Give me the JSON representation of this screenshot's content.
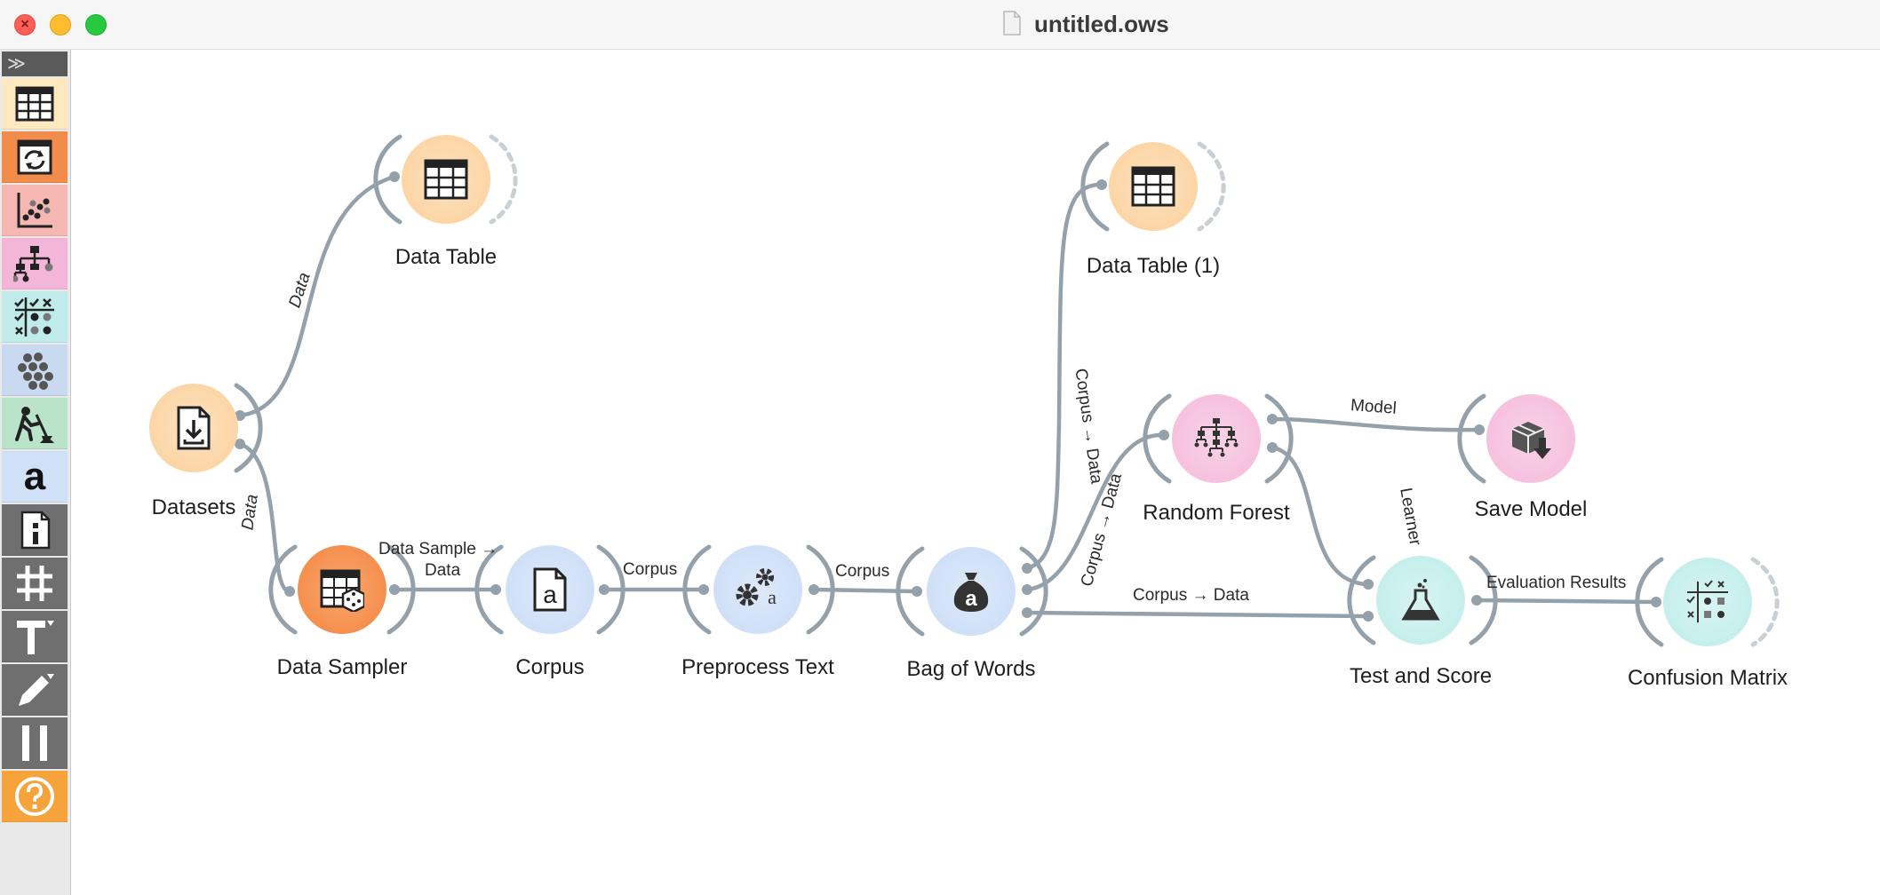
{
  "window": {
    "title": "untitled.ows"
  },
  "toolbox": {
    "toggle": "≫",
    "categories": [
      {
        "name": "data",
        "icon": "table-icon",
        "color": "#fde8c0"
      },
      {
        "name": "transform",
        "icon": "transform-icon",
        "color": "#f28c4a"
      },
      {
        "name": "visualize",
        "icon": "scatter-icon",
        "color": "#f6b6b2"
      },
      {
        "name": "model",
        "icon": "tree-icon",
        "color": "#f4b6d8"
      },
      {
        "name": "evaluate",
        "icon": "checks-icon",
        "color": "#bfeceb"
      },
      {
        "name": "unsupervised",
        "icon": "clusters-icon",
        "color": "#c9d9ef"
      },
      {
        "name": "educational",
        "icon": "digger-icon",
        "color": "#b9e4c9"
      },
      {
        "name": "text-mining",
        "icon": "letter-a-icon",
        "color": "#cfe0f7"
      },
      {
        "name": "info",
        "icon": "info-icon",
        "color": "#6f6f6f"
      },
      {
        "name": "grid",
        "icon": "grid-icon",
        "color": "#6f6f6f"
      },
      {
        "name": "text-annotation",
        "icon": "text-tool-icon",
        "color": "#6f6f6f"
      },
      {
        "name": "arrow-annotation",
        "icon": "pen-icon",
        "color": "#6f6f6f"
      },
      {
        "name": "pause",
        "icon": "pause-icon",
        "color": "#6f6f6f"
      },
      {
        "name": "help",
        "icon": "help-icon",
        "color": "#f6a33b"
      }
    ]
  },
  "nodes": [
    {
      "id": "datasets",
      "label": "Datasets",
      "icon": "download-document-icon",
      "color": "#fcd5a5"
    },
    {
      "id": "data-table",
      "label": "Data Table",
      "icon": "table-icon",
      "color": "#fcd5a5"
    },
    {
      "id": "data-sampler",
      "label": "Data Sampler",
      "icon": "table-dice-icon",
      "color": "#f58f4e"
    },
    {
      "id": "corpus",
      "label": "Corpus",
      "icon": "document-a-icon",
      "color": "#cfe0f7"
    },
    {
      "id": "preprocess-text",
      "label": "Preprocess Text",
      "icon": "gears-icon",
      "color": "#cfe0f7"
    },
    {
      "id": "bag-of-words",
      "label": "Bag of Words",
      "icon": "money-bag-icon",
      "color": "#cfe0f7"
    },
    {
      "id": "data-table-1",
      "label": "Data Table (1)",
      "icon": "table-icon",
      "color": "#fcd5a5"
    },
    {
      "id": "random-forest",
      "label": "Random Forest",
      "icon": "forest-icon",
      "color": "#f6c1de"
    },
    {
      "id": "save-model",
      "label": "Save Model",
      "icon": "save-model-icon",
      "color": "#f6c1de"
    },
    {
      "id": "test-and-score",
      "label": "Test and Score",
      "icon": "flask-icon",
      "color": "#c5efec"
    },
    {
      "id": "confusion-matrix",
      "label": "Confusion Matrix",
      "icon": "matrix-icon",
      "color": "#c5efec"
    }
  ],
  "links": {
    "datasets_table": "Data",
    "datasets_sampler": "Data",
    "sampler_corpus_1": "Data Sample →",
    "sampler_corpus_2": "Data",
    "corpus_preprocess": "Corpus",
    "preprocess_bow": "Corpus",
    "bow_table1": "Corpus → Data",
    "bow_forest": "Corpus → Data",
    "bow_test": "Corpus → Data",
    "forest_save": "Model",
    "forest_test": "Learner",
    "test_matrix": "Evaluation Results"
  }
}
